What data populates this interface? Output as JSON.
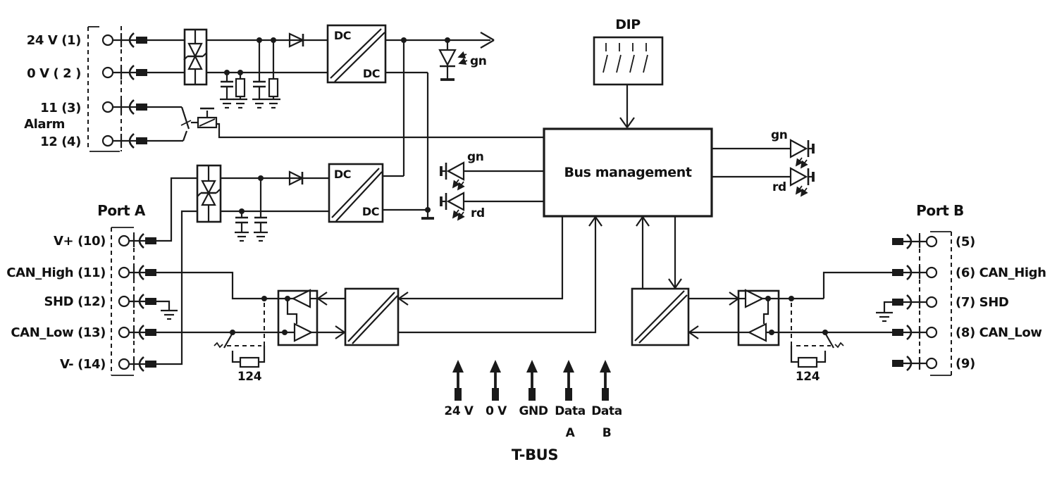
{
  "colors": {
    "line": "#1a1a1a",
    "background": "#ffffff"
  },
  "power_terminals": {
    "t1": "24 V (1)",
    "t2": "0 V ( 2 )",
    "t3": "11 (3)",
    "alarm": "Alarm",
    "t4": "12 (4)"
  },
  "port_a": {
    "title": "Port A",
    "pins": [
      "V+ (10)",
      "CAN_High (11)",
      "SHD (12)",
      "CAN_Low (13)",
      "V- (14)"
    ]
  },
  "port_b": {
    "title": "Port B",
    "pins": [
      "(5)",
      "(6) CAN_High",
      "(7) SHD",
      "(8) CAN_Low",
      "(9)"
    ]
  },
  "blocks": {
    "dip": "DIP",
    "bus_management": "Bus management",
    "dc": "DC"
  },
  "leds": {
    "green": "gn",
    "red": "rd"
  },
  "termination_resistor": "124",
  "tbus": {
    "title": "T-BUS",
    "pins": [
      "24 V",
      "0 V",
      "GND",
      "Data",
      "Data"
    ],
    "pin_sublabels": [
      "A",
      "B"
    ]
  }
}
